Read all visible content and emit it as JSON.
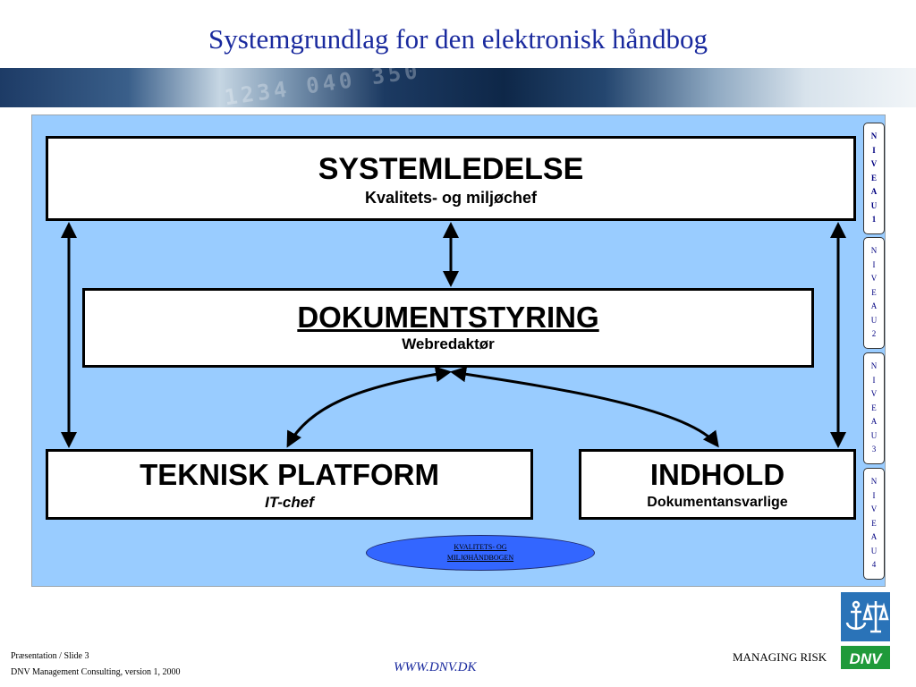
{
  "slide": {
    "title": "Systemgrundlag for den elektronisk håndbog"
  },
  "banner": {
    "text": "1234  040  350"
  },
  "boxes": {
    "systemledelse": {
      "title": "SYSTEMLEDELSE",
      "subtitle": "Kvalitets- og miljøchef"
    },
    "dokumentstyring": {
      "title": "DOKUMENTSTYRING",
      "subtitle": "Webredaktør"
    },
    "teknisk": {
      "title": "TEKNISK PLATFORM",
      "subtitle": "IT-chef"
    },
    "indhold": {
      "title": "INDHOLD",
      "subtitle": "Dokumentansvarlige"
    }
  },
  "levels": [
    {
      "letters": [
        "N",
        "I",
        "V",
        "E",
        "A",
        "U",
        "1"
      ]
    },
    {
      "letters": [
        "N",
        "I",
        "V",
        "E",
        "A",
        "U",
        "2"
      ]
    },
    {
      "letters": [
        "N",
        "I",
        "V",
        "E",
        "A",
        "U",
        "3"
      ]
    },
    {
      "letters": [
        "N",
        "I",
        "V",
        "E",
        "A",
        "U",
        "4"
      ]
    }
  ],
  "oval": {
    "line1": "KVALITETS- OG",
    "line2": "MILJØHÅNDBOGEN"
  },
  "footer": {
    "slide_ref": "Præsentation / Slide 3",
    "version": "DNV Management Consulting, version 1, 2000",
    "website": "WWW.DNV.DK",
    "tagline": "MANAGING RISK",
    "logo_text": "DNV"
  },
  "colors": {
    "panel": "#99ccff",
    "title": "#1a2a9e",
    "oval": "#3366ff",
    "logo_blue": "#2a73b8",
    "logo_green": "#1f9a3a"
  },
  "icons": [
    "anchor-icon",
    "scales-icon",
    "arrow-icon"
  ]
}
